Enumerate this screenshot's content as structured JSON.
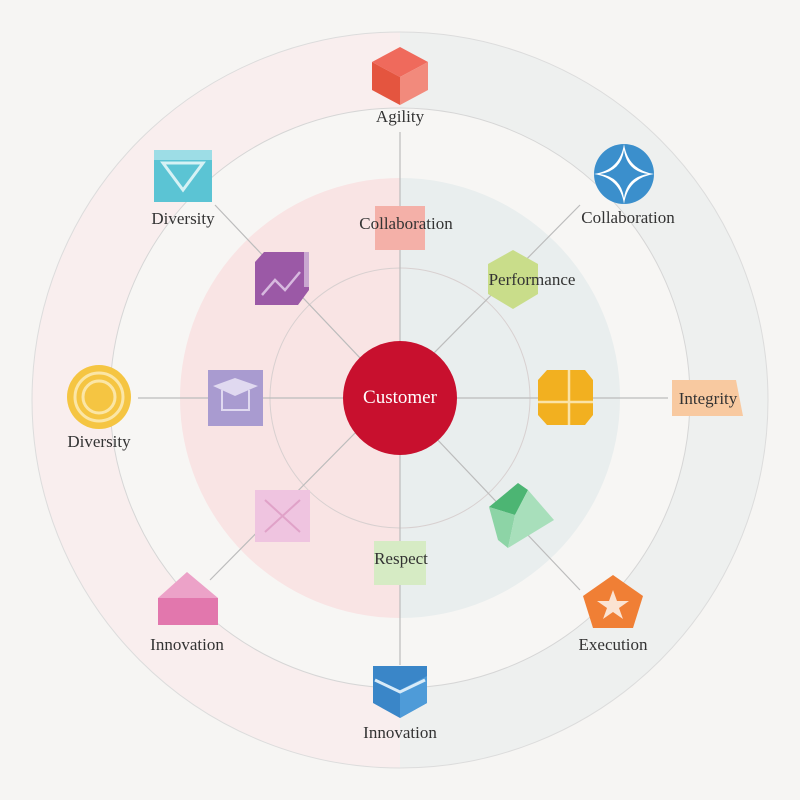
{
  "center": {
    "label": "Customer",
    "color": "#c8102e"
  },
  "nodes": {
    "agility": {
      "label": "Agility",
      "icon": "cube-icon",
      "color": "#e85a4f"
    },
    "diversity_top": {
      "label": "Diversity",
      "icon": "envelope-icon",
      "color": "#5bc4d4"
    },
    "collaboration_outer": {
      "label": "Collaboration",
      "icon": "compass-star-icon",
      "color": "#3b8fcc"
    },
    "collaboration_inner": {
      "label": "Collaboration",
      "icon": "square-icon",
      "color": "#f4b0a8"
    },
    "trend": {
      "icon": "trend-chart-icon",
      "color": "#9b59a6"
    },
    "performance": {
      "label": "Performance",
      "icon": "hexagon-icon",
      "color": "#c9dd8a"
    },
    "diversity_left": {
      "label": "Diversity",
      "icon": "target-rings-icon",
      "color": "#f5c542"
    },
    "graduation": {
      "icon": "graduation-cap-icon",
      "color": "#a99bd0"
    },
    "grid": {
      "icon": "octagon-grid-icon",
      "color": "#f2b020"
    },
    "integrity": {
      "label": "Integrity",
      "icon": "tag-icon",
      "color": "#f8c9a0"
    },
    "cross": {
      "icon": "x-square-icon",
      "color": "#efc4e0"
    },
    "gem": {
      "icon": "gem-icon",
      "color": "#4cb573"
    },
    "respect": {
      "label": "Respect",
      "icon": "square-icon",
      "color": "#d6ebc4"
    },
    "innovation_left": {
      "label": "Innovation",
      "icon": "house-icon",
      "color": "#e277ad"
    },
    "execution": {
      "label": "Execution",
      "icon": "star-pentagon-icon",
      "color": "#f07f35"
    },
    "innovation_bottom": {
      "label": "Innovation",
      "icon": "chevron-box-icon",
      "color": "#3a86c8"
    }
  }
}
